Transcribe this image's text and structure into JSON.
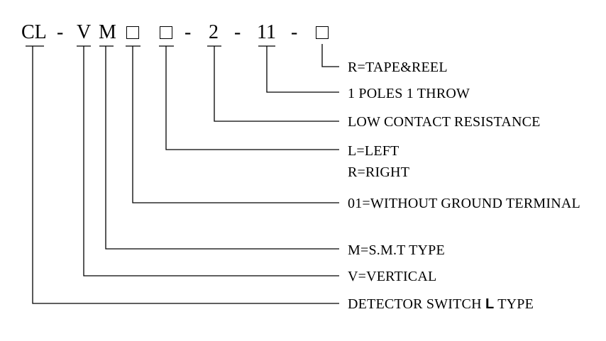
{
  "code": {
    "cl": "CL",
    "dash1": "-",
    "v": "V",
    "m": "M",
    "dash2": "-",
    "two": "2",
    "dash3": "-",
    "eleven": "11",
    "dash4": "-"
  },
  "descriptions": {
    "tape_reel": "R=TAPE&REEL",
    "poles_throw": "1 POLES 1 THROW",
    "low_contact": "LOW CONTACT RESISTANCE",
    "left": "L=LEFT",
    "right": "R=RIGHT",
    "ground": "01=WITHOUT GROUND TERMINAL",
    "smt": "M=S.M.T TYPE",
    "vertical": "V=VERTICAL",
    "detector_pre": "DETECTOR SWITCH ",
    "detector_l": "L",
    "detector_post": " TYPE"
  }
}
